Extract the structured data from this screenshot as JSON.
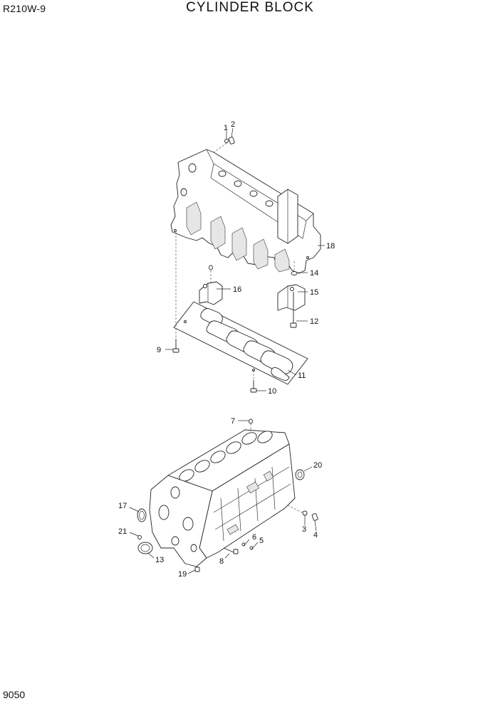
{
  "header": {
    "model": "R210W-9",
    "title": "CYLINDER BLOCK"
  },
  "footer": {
    "page_number": "9050"
  },
  "callouts": {
    "c1": "1",
    "c2": "2",
    "c3": "3",
    "c4": "4",
    "c5": "5",
    "c6": "6",
    "c7": "7",
    "c8": "8",
    "c9": "9",
    "c10": "10",
    "c11": "11",
    "c12": "12",
    "c13": "13",
    "c14": "14",
    "c15": "15",
    "c16": "16",
    "c17": "17",
    "c18": "18",
    "c19": "19",
    "c20": "20",
    "c21": "21"
  }
}
